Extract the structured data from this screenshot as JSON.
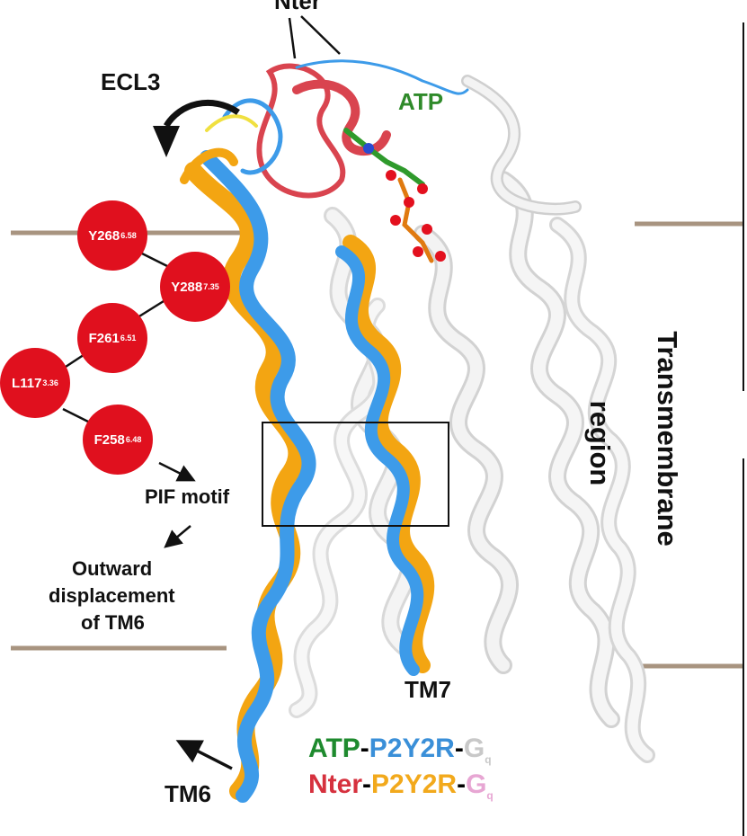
{
  "labels": {
    "nter": "Nter",
    "ecl3": "ECL3",
    "atp": "ATP",
    "pif_motif": "PIF motif",
    "outward_1": "Outward",
    "outward_2": "displacement",
    "outward_3": "of TM6",
    "tm7": "TM7",
    "tm6": "TM6",
    "transmembrane": "Transmembrane",
    "region": "region"
  },
  "residues": [
    {
      "name": "Y268",
      "sup": "6.58"
    },
    {
      "name": "Y288",
      "sup": "7.35"
    },
    {
      "name": "F261",
      "sup": "6.51"
    },
    {
      "name": "L117",
      "sup": "3.36"
    },
    {
      "name": "F258",
      "sup": "6.48"
    }
  ],
  "legend": {
    "line1": [
      {
        "text": "ATP",
        "color": "#1e8a2e"
      },
      {
        "text": "-",
        "color": "#111111"
      },
      {
        "text": "P2Y2R",
        "color": "#3a8fd8"
      },
      {
        "text": "-",
        "color": "#111111"
      },
      {
        "text": "G",
        "color": "#cfcfcf"
      },
      {
        "text": "q",
        "color": "#cfcfcf",
        "sub": true
      }
    ],
    "line2": [
      {
        "text": "Nter",
        "color": "#d6313e"
      },
      {
        "text": "-",
        "color": "#111111"
      },
      {
        "text": "P2Y2R",
        "color": "#f2a91c"
      },
      {
        "text": "-",
        "color": "#111111"
      },
      {
        "text": "G",
        "color": "#e7a6d3"
      },
      {
        "text": "q",
        "color": "#e7a6d3",
        "sub": true
      }
    ]
  },
  "colors": {
    "active_helix": "#3d9be9",
    "nter_helix": "#f3a512",
    "nter_loop": "#d9444f",
    "atp_green": "#2f9a2c",
    "phosphate": "#e07a10",
    "oxygen": "#e3101e",
    "membrane_line": "#a89480",
    "grey_helix": "#e8e8e8",
    "residue_red": "#e0101e"
  }
}
